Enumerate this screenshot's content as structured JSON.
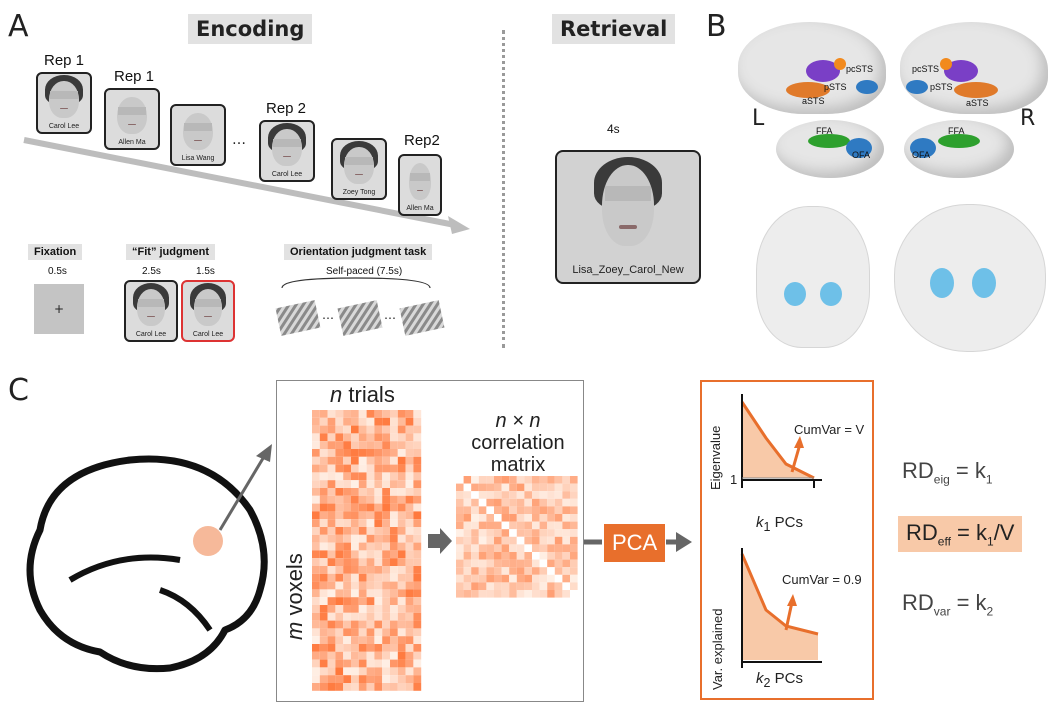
{
  "panels": {
    "a": "A",
    "b": "B",
    "c": "C"
  },
  "encoding": {
    "title": "Encoding",
    "rep_labels": [
      "Rep 1",
      "Rep 1",
      "Rep 2",
      "Rep2"
    ],
    "ellipsis": "…",
    "faces": [
      "Carol Lee",
      "Allen Ma",
      "Lisa Wang",
      "Carol Lee",
      "Zoey Tong",
      "Allen Ma"
    ]
  },
  "trials": {
    "fixation": {
      "title": "Fixation",
      "time": "0.5s",
      "symbol": "+"
    },
    "fit": {
      "title": "“Fit” judgment",
      "time1": "2.5s",
      "time2": "1.5s",
      "face1": "Carol Lee",
      "face2": "Carol Lee"
    },
    "orientation": {
      "title": "Orientation judgment task",
      "time": "Self-paced (7.5s)",
      "dots1": "…",
      "dots2": "…"
    }
  },
  "retrieval": {
    "title": "Retrieval",
    "time": "4s",
    "caption": "Lisa_Zoey_Carol_New"
  },
  "brain_b": {
    "left": "L",
    "right": "R",
    "rois_left": [
      "pcSTS",
      "pSTS",
      "aSTS",
      "FFA",
      "OFA"
    ],
    "rois_right": [
      "pcSTS",
      "pSTS",
      "aSTS",
      "FFA",
      "OFA"
    ],
    "colors": {
      "pcSTS": "#f28a1d",
      "pSTS": "#7a3fc6",
      "aSTS": "#e07a2a",
      "FFA": "#2ea02e",
      "OFA": "#2f7ac2",
      "amygdala": "#6ec0e8"
    }
  },
  "panel_c": {
    "n_trials": "trials",
    "n_var": "n",
    "m_voxels": "voxels",
    "m_var": "m",
    "corr_lines": [
      "n × n",
      "correlation",
      "matrix"
    ],
    "pca": "PCA",
    "top_plot": {
      "ylabel": "Eigenvalue",
      "annot": "CumVar = V",
      "tick": "1",
      "xlabel": "PCs",
      "xvar": "k",
      "xsub": "1"
    },
    "bottom_plot": {
      "ylabel": "Var. explained",
      "annot": "CumVar = 0.9",
      "xlabel": "PCs",
      "xvar": "k",
      "xsub": "2"
    },
    "rd": {
      "eig": {
        "base": "RD",
        "sub": "eig",
        "rhs": "= k",
        "rhs_sub": "1"
      },
      "eff": {
        "base": "RD",
        "sub": "eff",
        "rhs": "= k",
        "rhs_sub": "1",
        "tail": "/V"
      },
      "var": {
        "base": "RD",
        "sub": "var",
        "rhs": "= k",
        "rhs_sub": "2"
      }
    },
    "accent": "#e86f2c",
    "highlight": "#f8c9a8"
  }
}
